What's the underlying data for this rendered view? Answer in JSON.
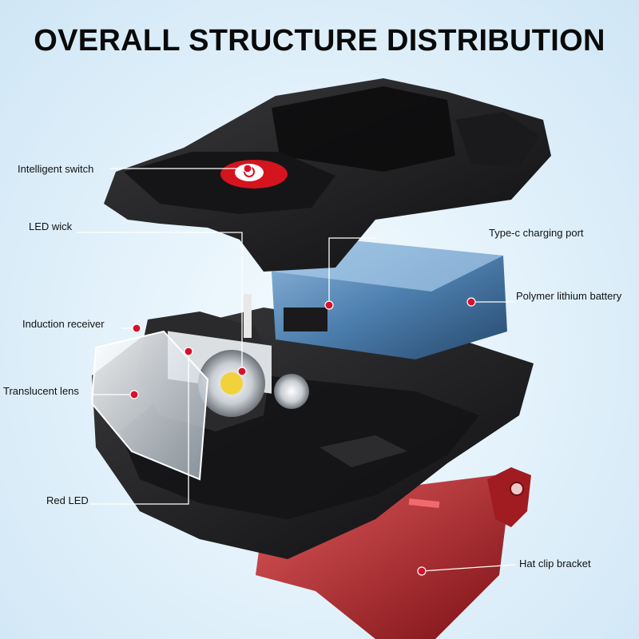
{
  "title": "OVERALL STRUCTURE DISTRIBUTION",
  "labels": {
    "intelligent_switch": "Intelligent switch",
    "led_wick": "LED wick",
    "induction_receiver": "Induction receiver",
    "translucent_lens": "Translucent lens",
    "red_led": "Red LED",
    "type_c_port": "Type-c charging port",
    "polymer_battery": "Polymer lithium battery",
    "hat_clip_bracket": "Hat clip bracket"
  },
  "colors": {
    "callout_dot": "#d8102a",
    "callout_line": "#ffffff",
    "housing": "#1c1c1e",
    "battery": "#3d6e9c",
    "bracket": "#b4282c",
    "background": "#e4f2fb"
  }
}
